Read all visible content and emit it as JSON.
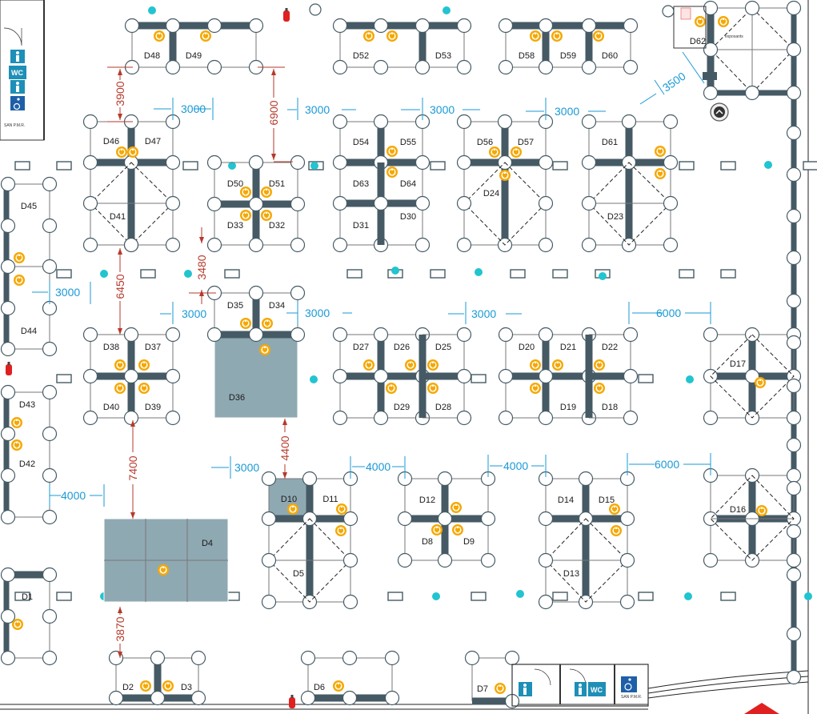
{
  "colors": {
    "wall": "#455a64",
    "booth_fill": "#8fa9b3",
    "dimension_blue": "#1a9ad6",
    "dimension_red": "#b53a2c",
    "electric_icon": "#f5a800",
    "column_light": "#22c4d0",
    "wc_blue": "#1e8fb7",
    "exit_red": "#e02020"
  },
  "booths": {
    "d1": "D1",
    "d2": "D2",
    "d3": "D3",
    "d4": "D4",
    "d5": "D5",
    "d6": "D6",
    "d7": "D7",
    "d8": "D8",
    "d9": "D9",
    "d10": "D10",
    "d11": "D11",
    "d12": "D12",
    "d13": "D13",
    "d14": "D14",
    "d15": "D15",
    "d16": "D16",
    "d17": "D17",
    "d18": "D18",
    "d19": "D19",
    "d20": "D20",
    "d21": "D21",
    "d22": "D22",
    "d23": "D23",
    "d24": "D24",
    "d25": "D25",
    "d26": "D26",
    "d27": "D27",
    "d28": "D28",
    "d29": "D29",
    "d30": "D30",
    "d31": "D31",
    "d32": "D32",
    "d33": "D33",
    "d34": "D34",
    "d35": "D35",
    "d36": "D36",
    "d37": "D37",
    "d38": "D38",
    "d39": "D39",
    "d40": "D40",
    "d41": "D41",
    "d42": "D42",
    "d43": "D43",
    "d44": "D44",
    "d45": "D45",
    "d46": "D46",
    "d47": "D47",
    "d48": "D48",
    "d49": "D49",
    "d50": "D50",
    "d51": "D51",
    "d52": "D52",
    "d53": "D53",
    "d54": "D54",
    "d55": "D55",
    "d56": "D56",
    "d57": "D57",
    "d58": "D58",
    "d59": "D59",
    "d60": "D60",
    "d61": "D61",
    "d62": "D62",
    "d63": "D63",
    "d64": "D64"
  },
  "dimensions": {
    "h3000_a": "3000",
    "h3000_b": "3000",
    "h3000_c": "3000",
    "h3000_d": "3000",
    "h3000_e": "3000",
    "h3000_f": "3000",
    "h3000_g": "3000",
    "h3000_h": "3000",
    "h3000_i": "3000",
    "h4000_a": "4000",
    "h4000_b": "4000",
    "h4000_c": "4000",
    "h6000_a": "6000",
    "h6000_b": "6000",
    "d3500": "3500",
    "v3900": "3900",
    "v6900": "6900",
    "v6450": "6450",
    "v3480": "3480",
    "v7400": "7400",
    "v4400": "4400",
    "v3870": "3870"
  },
  "facilities": {
    "wc_top": "WC",
    "wc_bottom": "WC",
    "san_pmr_top": "SAN P.M.R.",
    "san_pmr_bottom": "SAN P.M.R.",
    "exposants": "exposants"
  },
  "icon_names": [
    "electric-outlet-icon",
    "fire-extinguisher-icon",
    "wc-icon",
    "wheelchair-icon",
    "exit-arrow-icon"
  ]
}
